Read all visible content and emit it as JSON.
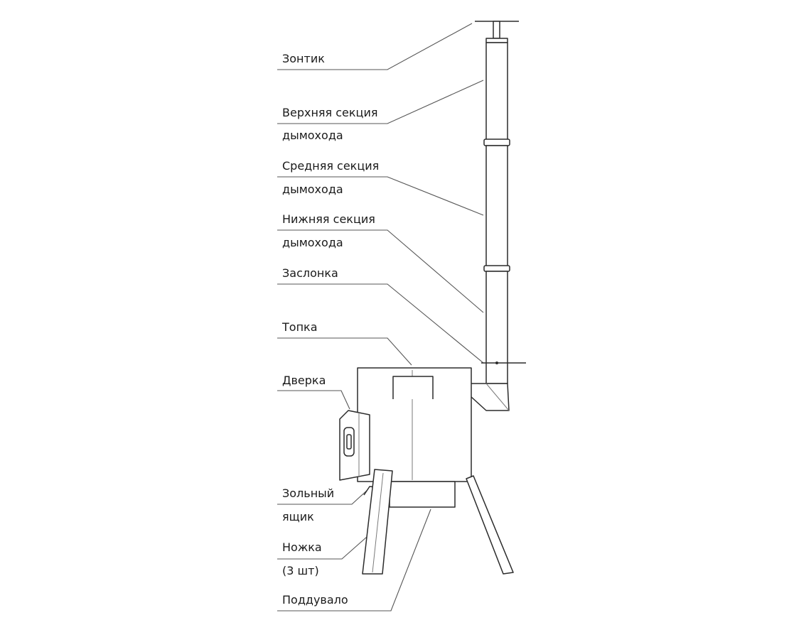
{
  "labels": {
    "umbrella": "Зонтик",
    "upper_l1": "Верхняя секция",
    "upper_l2": "дымохода",
    "middle_l1": "Средняя секция",
    "middle_l2": "дымохода",
    "lower_l1": "Нижняя секция",
    "lower_l2": "дымохода",
    "damper": "Заслонка",
    "firebox": "Топка",
    "door": "Дверка",
    "ashbox_l1": "Зольный",
    "ashbox_l2": "ящик",
    "leg_l1": "Ножка",
    "leg_l2": "(3 шт)",
    "blower": "Поддувало"
  },
  "colors": {
    "stroke": "#2b2b2b",
    "leader": "#555555",
    "background": "#ffffff"
  }
}
